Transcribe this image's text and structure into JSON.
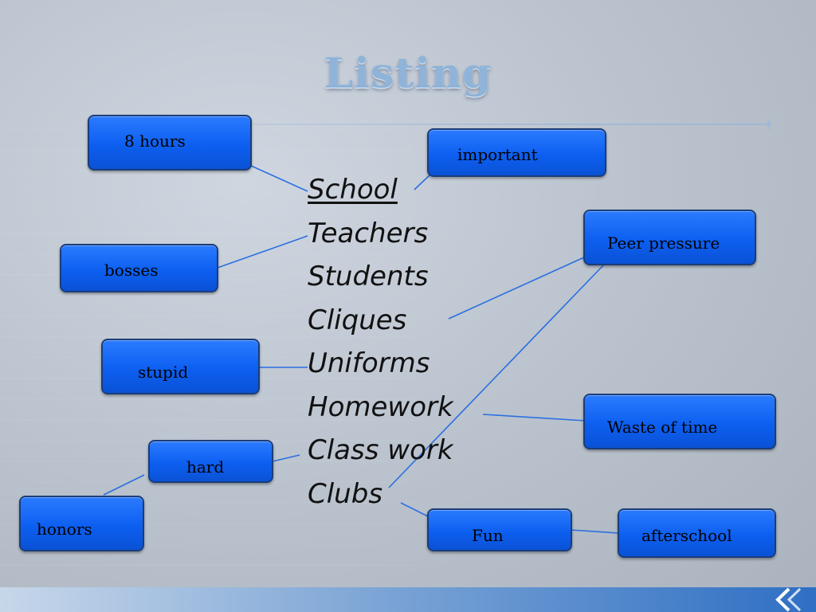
{
  "slide": {
    "title": "Listing",
    "central_terms": [
      "School",
      "Teachers",
      "Students",
      "Cliques",
      "Uniforms",
      "Homework",
      "Class work",
      "Clubs"
    ],
    "nodes": {
      "eight_hours": "8 hours",
      "important": "important",
      "bosses": "bosses",
      "peer_pressure": "Peer pressure",
      "stupid": "stupid",
      "hard": "hard",
      "waste_of_time": "Waste of time",
      "honors": "honors",
      "fun": "Fun",
      "afterschool": "afterschool"
    },
    "colors": {
      "node_fill": "#0d5ff0",
      "connector": "#2a6fe0",
      "title": "#8fb3d9"
    }
  }
}
